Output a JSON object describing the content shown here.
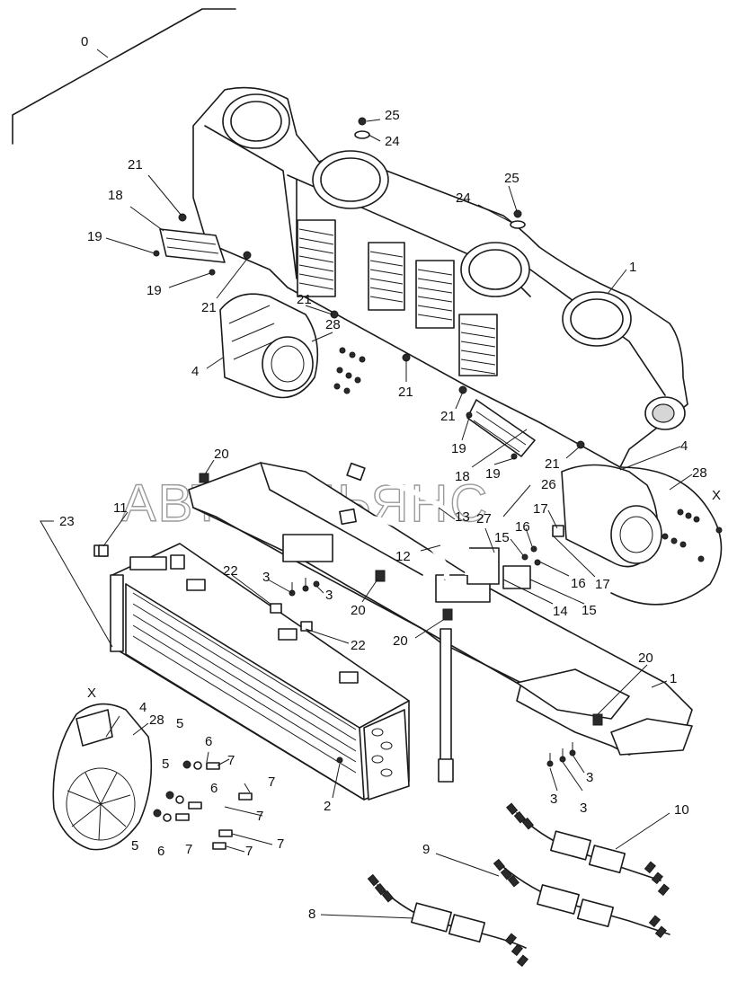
{
  "watermark": "АВТОАЛЬЯНС",
  "callouts": [
    {
      "id": "c0",
      "text": "0"
    },
    {
      "id": "c25a",
      "text": "25"
    },
    {
      "id": "c24a",
      "text": "24"
    },
    {
      "id": "c25b",
      "text": "25"
    },
    {
      "id": "c24b",
      "text": "24"
    },
    {
      "id": "c21a",
      "text": "21"
    },
    {
      "id": "c18a",
      "text": "18"
    },
    {
      "id": "c19a",
      "text": "19"
    },
    {
      "id": "c19b",
      "text": "19"
    },
    {
      "id": "c21b",
      "text": "21"
    },
    {
      "id": "c1a",
      "text": "1"
    },
    {
      "id": "c21c",
      "text": "21"
    },
    {
      "id": "c28a",
      "text": "28"
    },
    {
      "id": "c4a",
      "text": "4"
    },
    {
      "id": "c21d",
      "text": "21"
    },
    {
      "id": "c21e",
      "text": "21"
    },
    {
      "id": "c19c",
      "text": "19"
    },
    {
      "id": "c18b",
      "text": "18"
    },
    {
      "id": "c19d",
      "text": "19"
    },
    {
      "id": "c21f",
      "text": "21"
    },
    {
      "id": "c4b",
      "text": "4"
    },
    {
      "id": "c28b",
      "text": "28"
    },
    {
      "id": "cXa",
      "text": "X"
    },
    {
      "id": "c20a",
      "text": "20"
    },
    {
      "id": "c26",
      "text": "26"
    },
    {
      "id": "c11",
      "text": "11"
    },
    {
      "id": "c23",
      "text": "23"
    },
    {
      "id": "c13",
      "text": "13"
    },
    {
      "id": "c27",
      "text": "27"
    },
    {
      "id": "c17a",
      "text": "17"
    },
    {
      "id": "c16a",
      "text": "16"
    },
    {
      "id": "c15a",
      "text": "15"
    },
    {
      "id": "c12",
      "text": "12"
    },
    {
      "id": "c16b",
      "text": "16"
    },
    {
      "id": "c17b",
      "text": "17"
    },
    {
      "id": "c14",
      "text": "14"
    },
    {
      "id": "c15b",
      "text": "15"
    },
    {
      "id": "c22a",
      "text": "22"
    },
    {
      "id": "c3a",
      "text": "3"
    },
    {
      "id": "c3b",
      "text": "3"
    },
    {
      "id": "c20b",
      "text": "20"
    },
    {
      "id": "c22b",
      "text": "22"
    },
    {
      "id": "c20c",
      "text": "20"
    },
    {
      "id": "c20d",
      "text": "20"
    },
    {
      "id": "c1b",
      "text": "1"
    },
    {
      "id": "cXb",
      "text": "X"
    },
    {
      "id": "c4c",
      "text": "4"
    },
    {
      "id": "c28c",
      "text": "28"
    },
    {
      "id": "c5a",
      "text": "5"
    },
    {
      "id": "c6a",
      "text": "6"
    },
    {
      "id": "c7a",
      "text": "7"
    },
    {
      "id": "c5b",
      "text": "5"
    },
    {
      "id": "c6b",
      "text": "6"
    },
    {
      "id": "c7b",
      "text": "7"
    },
    {
      "id": "c7c",
      "text": "7"
    },
    {
      "id": "c5c",
      "text": "5"
    },
    {
      "id": "c6c",
      "text": "6"
    },
    {
      "id": "c7d",
      "text": "7"
    },
    {
      "id": "c7e",
      "text": "7"
    },
    {
      "id": "c7f",
      "text": "7"
    },
    {
      "id": "c2",
      "text": "2"
    },
    {
      "id": "c3c",
      "text": "3"
    },
    {
      "id": "c3d",
      "text": "3"
    },
    {
      "id": "c3e",
      "text": "3"
    },
    {
      "id": "c10",
      "text": "10"
    },
    {
      "id": "c9",
      "text": "9"
    },
    {
      "id": "c8",
      "text": "8"
    }
  ]
}
